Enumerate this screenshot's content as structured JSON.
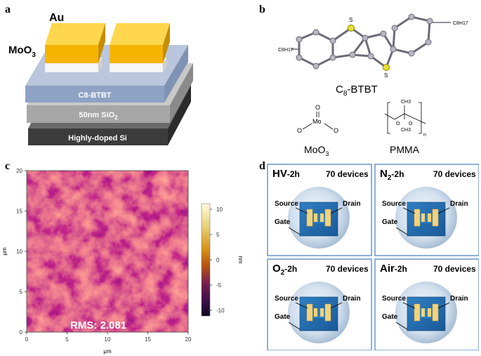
{
  "panel_labels": {
    "a": "a",
    "b": "b",
    "c": "c",
    "d": "d"
  },
  "panel_a": {
    "electrode_label": "Au",
    "buffer_label": "MoO",
    "buffer_sub": "3",
    "layers": [
      {
        "text": "C8-BTBT",
        "sub": "",
        "tail": ""
      },
      {
        "text": "50nm SiO",
        "sub": "2",
        "tail": ""
      },
      {
        "text": "Highly-doped Si",
        "sub": "",
        "tail": ""
      }
    ]
  },
  "panel_b": {
    "alkyl_left": "C8H17",
    "alkyl_right": "C8H17",
    "sulfur_label": "S",
    "btbt_name": "C",
    "btbt_sub": "8",
    "btbt_tail": "-BTBT",
    "moo3_center": "Mo",
    "moo3_oxygen": "O",
    "moo3_name": "MoO",
    "moo3_sub": "3",
    "pmma_ch3": "CH3",
    "pmma_n": "n",
    "pmma_o": "O",
    "pmma_name": "PMMA"
  },
  "panel_c": {
    "rms_label": "RMS:  2.081",
    "x_axis_label": "μm",
    "y_axis_label": "μm",
    "x_ticks": [
      "0",
      "5",
      "10",
      "15",
      "20"
    ],
    "y_ticks": [
      "0",
      "5",
      "10",
      "15",
      "20"
    ],
    "colorbar_ticks": [
      "10",
      "5",
      "0",
      "-5",
      "-10"
    ],
    "colorbar_unit": "nm"
  },
  "panel_d": {
    "devices": [
      {
        "env": "HV",
        "env_sub": "",
        "time": "-2h",
        "count": "70 devices"
      },
      {
        "env": "N",
        "env_sub": "2",
        "time": "-2h",
        "count": "70 devices"
      },
      {
        "env": "O",
        "env_sub": "2",
        "time": "-2h",
        "count": "70 devices"
      },
      {
        "env": "Air",
        "env_sub": "",
        "time": "-2h",
        "count": "70 devices"
      }
    ],
    "source_label": "Source",
    "drain_label": "Drain",
    "gate_label": "Gate"
  }
}
